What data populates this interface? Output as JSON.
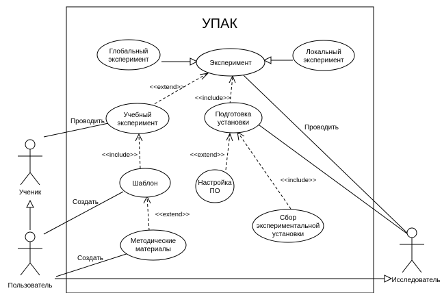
{
  "system": {
    "title": "УПАК"
  },
  "use_cases": {
    "global": [
      "Глобальный",
      "эксперимент"
    ],
    "experiment": [
      "Эксперимент"
    ],
    "local": [
      "Локальный",
      "эксперимент"
    ],
    "training": [
      "Учебный",
      "эксперимент"
    ],
    "prep": [
      "Подготовка",
      "установки"
    ],
    "template": [
      "Шаблон"
    ],
    "software": [
      "Настройка",
      "ПО"
    ],
    "assembly": [
      "Сбор",
      "экспериментальной",
      "установки"
    ],
    "materials": [
      "Методические",
      "материалы"
    ]
  },
  "actors": {
    "student": "Ученик",
    "user": "Пользователь",
    "researcher": "Исследователь"
  },
  "relations": {
    "extend": "<<extend>>",
    "include": "<<include>>",
    "conduct": "Проводить",
    "create": "Создать"
  }
}
